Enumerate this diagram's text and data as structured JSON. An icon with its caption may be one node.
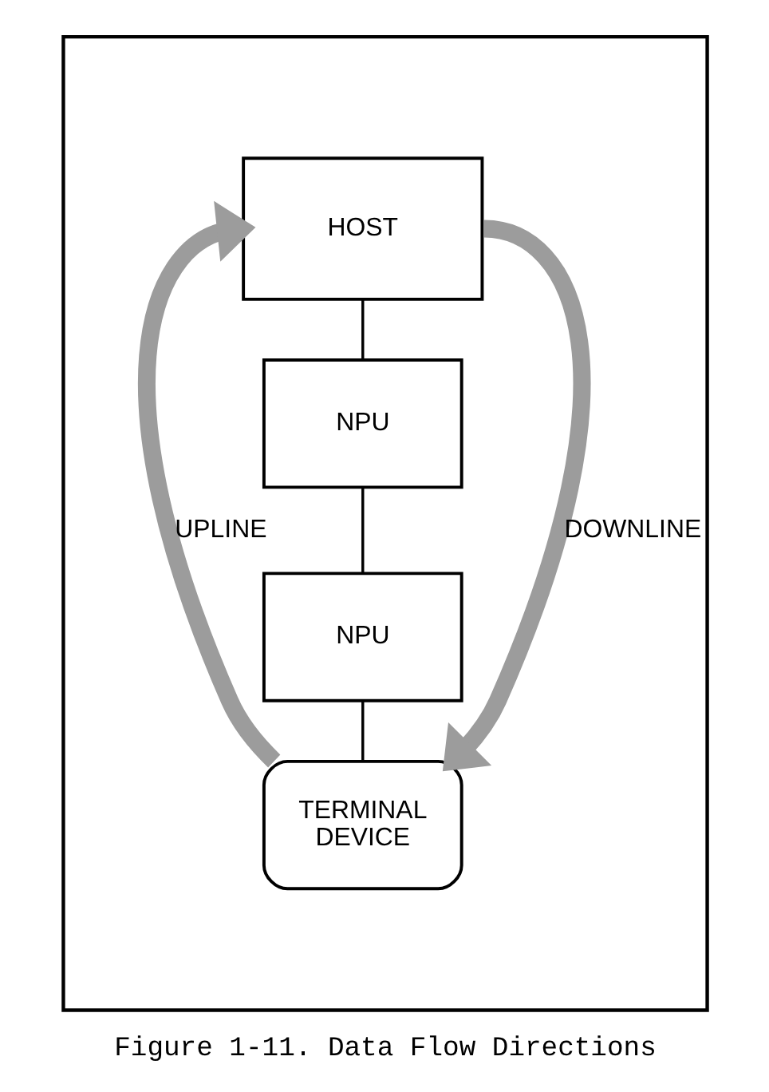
{
  "diagram": {
    "caption": "Figure 1-11. Data Flow Directions",
    "nodes": [
      {
        "text": [],
        "shape": "box"
      },
      {
        "text": [
          "HOST"
        ],
        "in": 0
      },
      {
        "text": [
          "NPU"
        ],
        "in": 0
      },
      {
        "text": [
          "NPU"
        ],
        "in": 0
      },
      {
        "text": [
          "TERMINAL DEVICE"
        ],
        "in": 0
      }
    ],
    "edges": [
      {
        "from": 1,
        "to": 2,
        "arrow": "none"
      },
      {
        "from": 2,
        "to": 3,
        "arrow": "none"
      },
      {
        "from": 3,
        "to": 4,
        "arrow": "none"
      },
      {
        "from": 4,
        "to": 1,
        "arrow": "to",
        "label": "UPLINE",
        "style": "thick",
        "color": "#9c9c9c"
      },
      {
        "from": 1,
        "to": 4,
        "arrow": "to",
        "label": "DOWNLINE",
        "style": "thick",
        "color": "#9c9c9c"
      }
    ]
  }
}
